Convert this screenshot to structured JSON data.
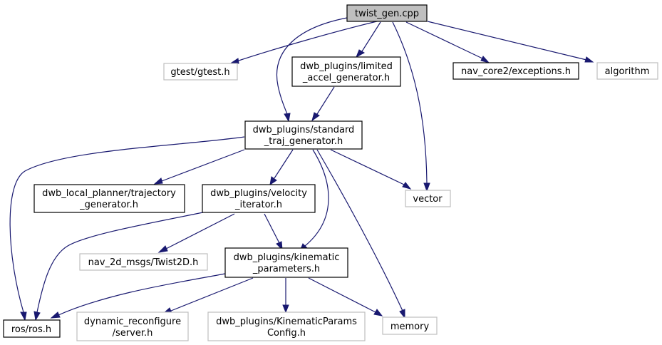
{
  "title": "twist_gen.cpp include dependency graph",
  "colors": {
    "edge": "#191970",
    "root_fill": "#bfbfbf",
    "documented_border": "#000000",
    "external_border": "#bfbfbf"
  },
  "nodes": {
    "twist_gen": {
      "lines": [
        "twist_gen.cpp"
      ],
      "kind": "root"
    },
    "gtest": {
      "lines": [
        "gtest/gtest.h"
      ],
      "kind": "external"
    },
    "limited_accel": {
      "lines": [
        "dwb_plugins/limited",
        "_accel_generator.h"
      ],
      "kind": "documented"
    },
    "exceptions": {
      "lines": [
        "nav_core2/exceptions.h"
      ],
      "kind": "documented"
    },
    "algorithm": {
      "lines": [
        "algorithm"
      ],
      "kind": "external"
    },
    "standard_traj": {
      "lines": [
        "dwb_plugins/standard",
        "_traj_generator.h"
      ],
      "kind": "documented"
    },
    "traj_gen": {
      "lines": [
        "dwb_local_planner/trajectory",
        "_generator.h"
      ],
      "kind": "documented"
    },
    "velocity_iter": {
      "lines": [
        "dwb_plugins/velocity",
        "_iterator.h"
      ],
      "kind": "documented"
    },
    "vector": {
      "lines": [
        "vector"
      ],
      "kind": "external"
    },
    "twist2d": {
      "lines": [
        "nav_2d_msgs/Twist2D.h"
      ],
      "kind": "external"
    },
    "kinematic": {
      "lines": [
        "dwb_plugins/kinematic",
        "_parameters.h"
      ],
      "kind": "documented"
    },
    "ros": {
      "lines": [
        "ros/ros.h"
      ],
      "kind": "documented"
    },
    "dyn_reconf": {
      "lines": [
        "dynamic_reconfigure",
        "/server.h"
      ],
      "kind": "external"
    },
    "kin_config": {
      "lines": [
        "dwb_plugins/KinematicParams",
        "Config.h"
      ],
      "kind": "external"
    },
    "memory": {
      "lines": [
        "memory"
      ],
      "kind": "external"
    }
  },
  "edges": [
    [
      "twist_gen",
      "gtest"
    ],
    [
      "twist_gen",
      "limited_accel"
    ],
    [
      "twist_gen",
      "standard_traj"
    ],
    [
      "twist_gen",
      "exceptions"
    ],
    [
      "twist_gen",
      "algorithm"
    ],
    [
      "twist_gen",
      "vector"
    ],
    [
      "limited_accel",
      "standard_traj"
    ],
    [
      "standard_traj",
      "ros"
    ],
    [
      "standard_traj",
      "traj_gen"
    ],
    [
      "standard_traj",
      "velocity_iter"
    ],
    [
      "standard_traj",
      "vector"
    ],
    [
      "standard_traj",
      "kinematic"
    ],
    [
      "standard_traj",
      "memory"
    ],
    [
      "velocity_iter",
      "ros"
    ],
    [
      "velocity_iter",
      "twist2d"
    ],
    [
      "velocity_iter",
      "kinematic"
    ],
    [
      "kinematic",
      "ros"
    ],
    [
      "kinematic",
      "dyn_reconf"
    ],
    [
      "kinematic",
      "kin_config"
    ],
    [
      "kinematic",
      "memory"
    ]
  ]
}
